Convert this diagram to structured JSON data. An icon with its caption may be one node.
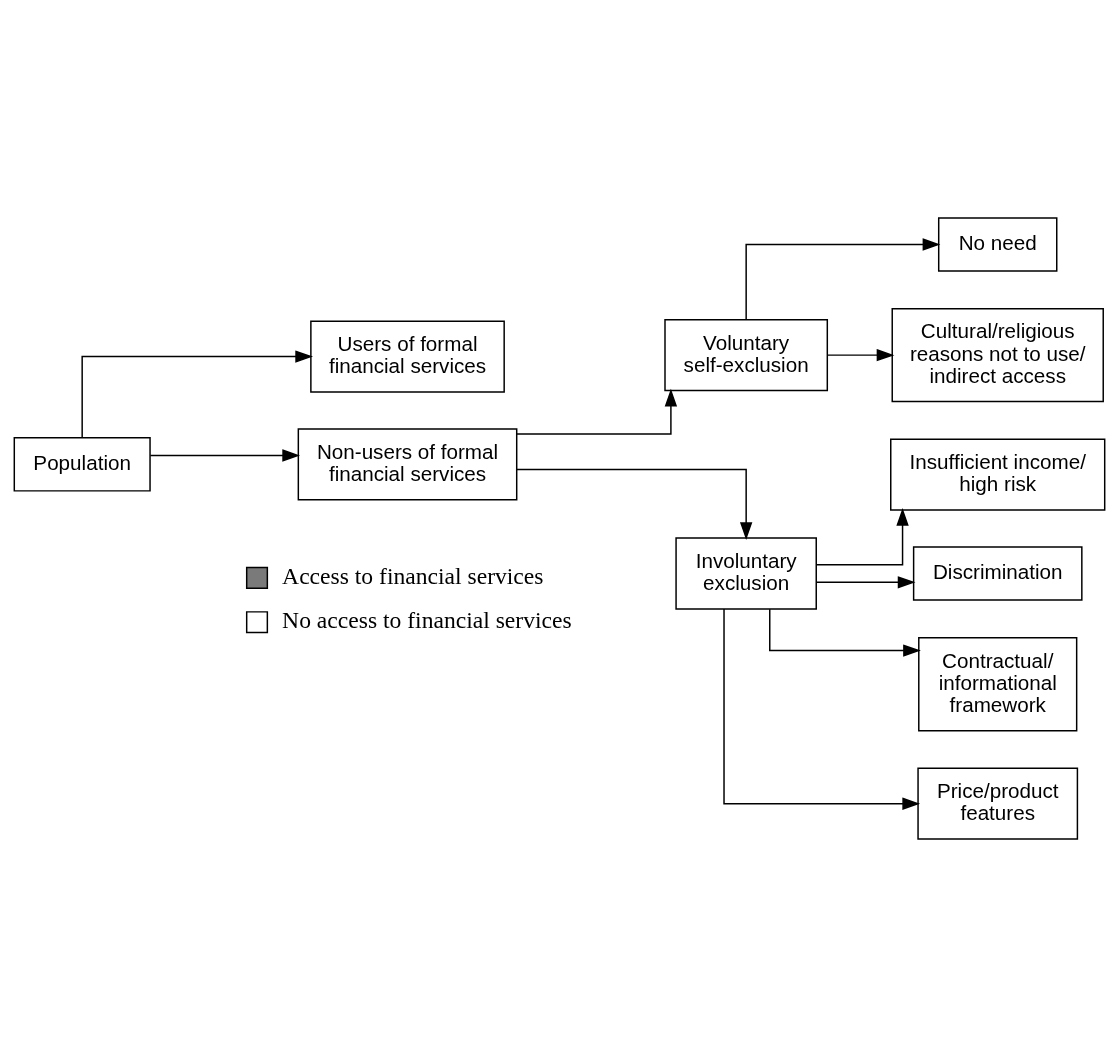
{
  "diagram": {
    "nodes": [
      {
        "text": [
          "Population"
        ]
      },
      {
        "text": [
          "Users of formal financial services"
        ]
      },
      {
        "text": [
          "Non-users of formal financial services"
        ]
      },
      {
        "text": [
          "Voluntary self-exclusion"
        ]
      },
      {
        "text": [
          "Involuntary exclusion"
        ]
      },
      {
        "text": [
          "No need"
        ]
      },
      {
        "text": [
          "Cultural/religious reasons not to use/ indirect access"
        ]
      },
      {
        "text": [
          "Insufficient income/ high risk"
        ]
      },
      {
        "text": [
          "Discrimination"
        ]
      },
      {
        "text": [
          "Contractual/ informational framework"
        ]
      },
      {
        "text": [
          "Price/product features"
        ]
      }
    ],
    "edges": [
      {
        "from": 0,
        "to": 1,
        "arrow": "to"
      },
      {
        "from": 0,
        "to": 2,
        "arrow": "to"
      },
      {
        "from": 2,
        "to": 3,
        "arrow": "to"
      },
      {
        "from": 2,
        "to": 4,
        "arrow": "to"
      },
      {
        "from": 3,
        "to": 5,
        "arrow": "to"
      },
      {
        "from": 3,
        "to": 6,
        "arrow": "to"
      },
      {
        "from": 4,
        "to": 7,
        "arrow": "to"
      },
      {
        "from": 4,
        "to": 8,
        "arrow": "to"
      },
      {
        "from": 4,
        "to": 9,
        "arrow": "to"
      },
      {
        "from": 4,
        "to": 10,
        "arrow": "to"
      }
    ],
    "legend": [
      {
        "text": "Access to financial services",
        "color": "#7a7a7a"
      },
      {
        "text": "No access to financial services",
        "color": "#ffffff"
      }
    ]
  }
}
